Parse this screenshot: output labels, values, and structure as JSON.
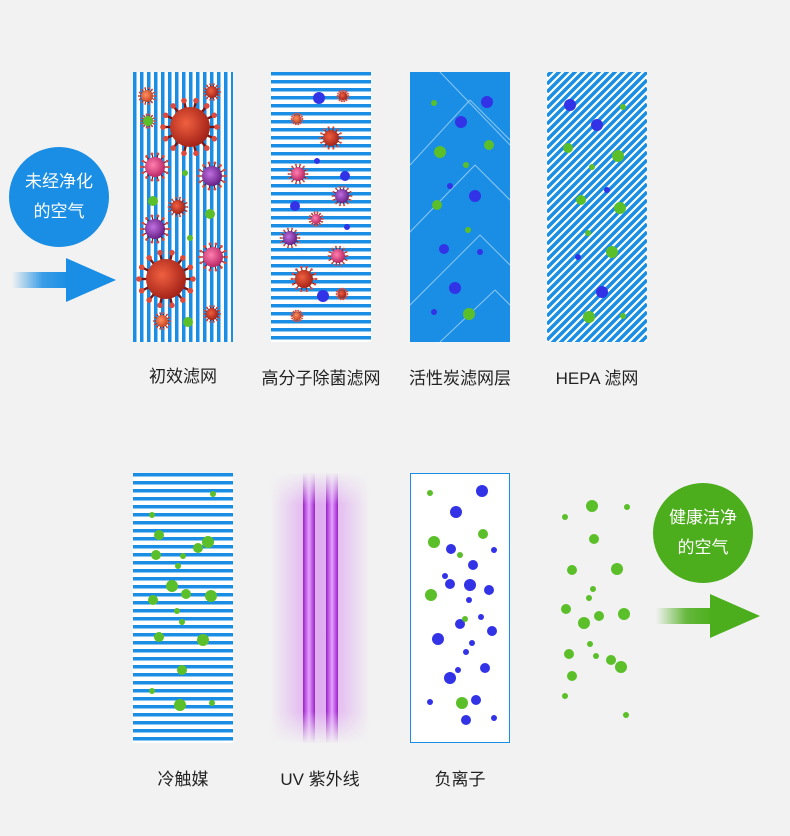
{
  "input_air": {
    "line1": "未经净化",
    "line2": "的空气",
    "color": "#1a8ee5"
  },
  "output_air": {
    "line1": "健康洁净",
    "line2": "的空气",
    "color": "#4cae1c"
  },
  "stages": [
    {
      "label": "初效滤网",
      "pattern": "vertical-stripes",
      "contents": "large-viruses"
    },
    {
      "label": "高分子除菌滤网",
      "pattern": "horizontal-stripes",
      "contents": "small-viruses"
    },
    {
      "label": "活性炭滤网层",
      "pattern": "blue-chevron",
      "contents": "particles"
    },
    {
      "label": "HEPA 滤网",
      "pattern": "diagonal-stripes",
      "contents": "particles"
    },
    {
      "label": "冷触媒",
      "pattern": "horizontal-stripes",
      "contents": "green-dots"
    },
    {
      "label": "UV 紫外线",
      "pattern": "uv-lamps",
      "contents": "none"
    },
    {
      "label": "负离子",
      "pattern": "outlined-box",
      "contents": "ions"
    }
  ],
  "colors": {
    "stripe_blue": "#1a8ee5",
    "filter_bg": "#1a8ee5",
    "dot_green": "#5bbf2a",
    "dot_blue": "#3232e6",
    "virus_red": "#c0281e",
    "virus_pink": "#d8307a",
    "virus_purple": "#8a2aa0",
    "uv_purple": "#b030d8",
    "arrow_blue": "#1a8ee5",
    "arrow_green": "#4cae1c"
  }
}
